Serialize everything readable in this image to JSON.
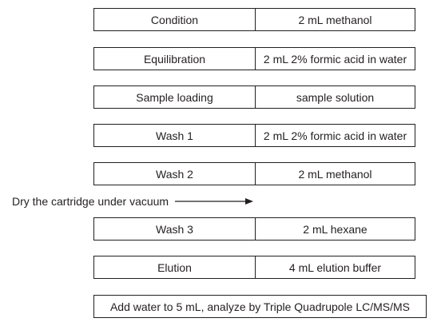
{
  "steps": [
    {
      "name": "Condition",
      "detail": "2 mL methanol"
    },
    {
      "name": "Equilibration",
      "detail": "2 mL 2% formic acid in water"
    },
    {
      "name": "Sample loading",
      "detail": "sample solution"
    },
    {
      "name": "Wash 1",
      "detail": "2 mL 2% formic acid in water"
    },
    {
      "name": "Wash 2",
      "detail": "2 mL methanol"
    },
    {
      "name": "Wash 3",
      "detail": "2 mL hexane"
    },
    {
      "name": "Elution",
      "detail": "4 mL elution buffer"
    }
  ],
  "dry_note": "Dry the cartridge under vacuum",
  "final_step": "Add water to 5 mL, analyze by Triple Quadrupole LC/MS/MS",
  "colors": {
    "line": "#231f20",
    "text": "#231f20",
    "background": "#ffffff"
  },
  "icons": {
    "dry_arrow": "right-arrow-icon"
  }
}
